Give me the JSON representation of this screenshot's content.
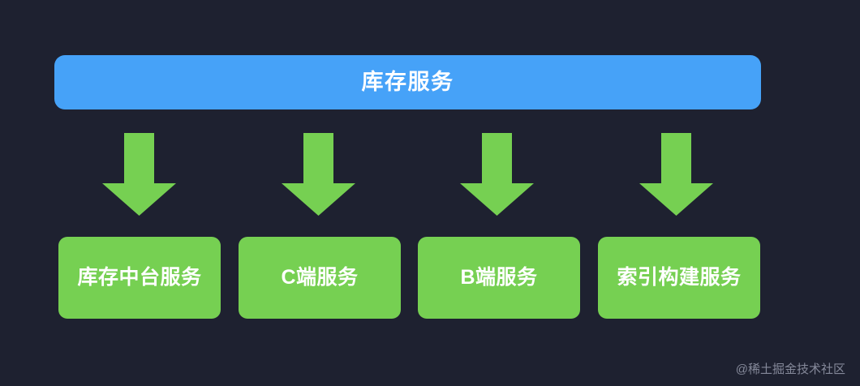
{
  "diagram": {
    "background_color": "#1e2130",
    "root": {
      "label": "库存服务",
      "color": "#46A2F8",
      "text_color": "#ffffff"
    },
    "connector": {
      "icon": "down-arrow-icon",
      "color": "#76D052",
      "count": 4
    },
    "leaves": [
      {
        "label": "库存中台服务",
        "color": "#76D052",
        "text_color": "#ffffff"
      },
      {
        "label": "C端服务",
        "color": "#76D052",
        "text_color": "#ffffff"
      },
      {
        "label": "B端服务",
        "color": "#76D052",
        "text_color": "#ffffff"
      },
      {
        "label": "索引构建服务",
        "color": "#76D052",
        "text_color": "#ffffff"
      }
    ]
  },
  "watermark": {
    "text": "@稀土掘金技术社区",
    "color": "#8e92a3"
  }
}
